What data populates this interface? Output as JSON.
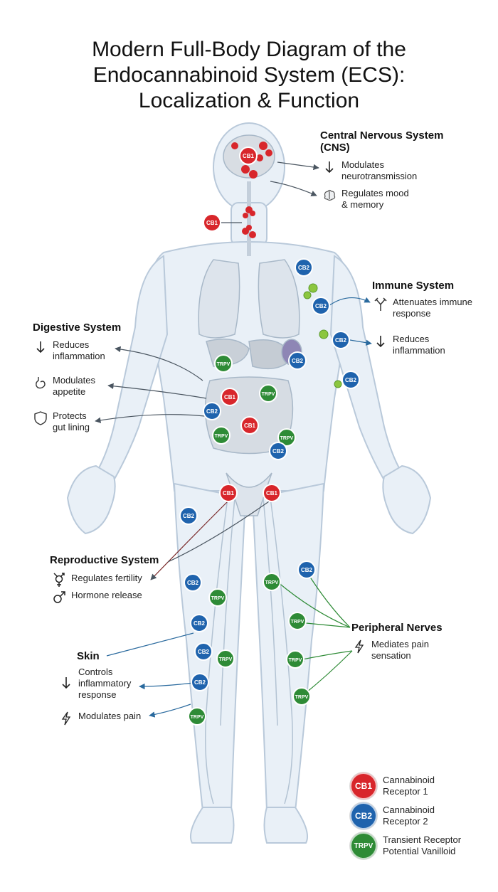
{
  "title": {
    "line1": "Modern Full-Body Diagram of the",
    "line2": "Endocannabinoid System (ECS):",
    "line3": "Localization & Function"
  },
  "colors": {
    "cb1": "#d8262b",
    "cb2": "#1f63ad",
    "trpv": "#2e8b36",
    "body": "#e9f0f7",
    "outline": "#b9c9da",
    "arrow": "#4a5560"
  },
  "receptors": {
    "cb1": "CB1",
    "cb2": "CB2",
    "trpv": "TRPV"
  },
  "cns": {
    "header_line1": "Central Nervous System",
    "header_line2": "(CNS)",
    "f1_line1": "Modulates",
    "f1_line2": "neurotransmission",
    "f1_icon": "down-arrow-icon",
    "f2_line1": "Regulates mood",
    "f2_line2": "& memory",
    "f2_icon": "brain-icon"
  },
  "immune": {
    "header": "Immune System",
    "f1_line1": "Attenuates immune",
    "f1_line2": "response",
    "f1_icon": "antibody-icon",
    "f2_line1": "Reduces",
    "f2_line2": "inflammation",
    "f2_icon": "down-arrow-icon"
  },
  "digestive": {
    "header": "Digestive System",
    "f1_line1": "Reduces",
    "f1_line2": "inflammation",
    "f1_icon": "down-arrow-icon",
    "f2_line1": "Modulates",
    "f2_line2": "appetite",
    "f2_icon": "stomach-icon",
    "f3_line1": "Protects",
    "f3_line2": "gut lining",
    "f3_icon": "shield-icon"
  },
  "reproductive": {
    "header": "Reproductive System",
    "f1": "Regulates fertility",
    "f1_icon": "gender-symbol-icon",
    "f2": "Hormone release",
    "f2_icon": "male-symbol-icon"
  },
  "peripheral": {
    "header": "Peripheral Nerves",
    "f1_line1": "Mediates pain",
    "f1_line2": "sensation",
    "f1_icon": "lightning-icon"
  },
  "skin": {
    "header": "Skin",
    "f1_line1": "Controls",
    "f1_line2": "inflammatory",
    "f1_line3": "response",
    "f1_icon": "down-arrow-icon",
    "f2": "Modulates pain",
    "f2_icon": "lightning-icon"
  },
  "legend": {
    "cb1_line1": "Cannabinoid",
    "cb1_line2": "Receptor 1",
    "cb2_line1": "Cannabinoid",
    "cb2_line2": "Receptor 2",
    "trpv_line1": "Transient Receptor",
    "trpv_line2": "Potential Vanilloid"
  }
}
